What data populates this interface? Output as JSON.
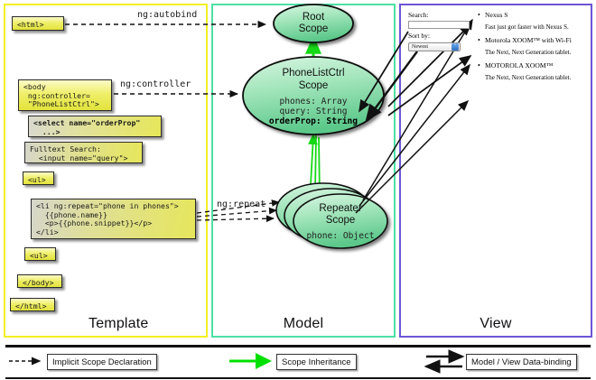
{
  "panels": [
    {
      "id": "template",
      "label": "Template",
      "border_color": "#f2ef24"
    },
    {
      "id": "model",
      "label": "Model",
      "border_color": "#4ee0a4"
    },
    {
      "id": "view",
      "label": "View",
      "border_color": "#6d55d6"
    }
  ],
  "template": {
    "blocks": [
      {
        "name": "html-open-tag",
        "text": "<html>"
      },
      {
        "name": "body-controller-tag",
        "text": "<body\n ng:controller=\n \"PhoneListCtrl\">"
      },
      {
        "name": "select-orderprop",
        "text": "<select name=\"orderProp\"\n  ...>"
      },
      {
        "name": "fulltext-search",
        "text": "Fulltext Search:\n  <input name=\"query\">"
      },
      {
        "name": "ul-open-tag",
        "text": "<ul>"
      },
      {
        "name": "li-ngrepeat",
        "text": "<li ng:repeat=\"phone in phones\">\n  {{phone.name}}\n  <p>{{phone.snippet}}</p>\n</li>"
      },
      {
        "name": "ul-close-tag",
        "text": "<ul>"
      },
      {
        "name": "body-close-tag",
        "text": "</body>"
      },
      {
        "name": "html-close-tag",
        "text": "</html>"
      }
    ]
  },
  "edges": {
    "autobind": "ng:autobind",
    "controller": "ng:controller",
    "repeat": "ng:repeat"
  },
  "model": {
    "scopes": [
      {
        "name": "root-scope",
        "title_line1": "Root",
        "title_line2": "Scope",
        "properties": []
      },
      {
        "name": "phonelistctrl-scope",
        "title_line1": "PhoneListCtrl",
        "title_line2": "Scope",
        "properties": [
          {
            "text": "phones: Array",
            "bold": false
          },
          {
            "text": "query: String",
            "bold": false
          },
          {
            "text": "orderProp: String",
            "bold": true
          }
        ]
      },
      {
        "name": "repeater-scope",
        "title_line1": "Repeater",
        "title_line2": "Scope",
        "properties": [
          {
            "text": "phone: Object",
            "bold": false
          }
        ]
      }
    ]
  },
  "view": {
    "search_label": "Search:",
    "search_value": "",
    "search_placeholder": "",
    "sort_label": "Sort by:",
    "sort_selected": "Newest",
    "phones": [
      {
        "name": "Nexus S",
        "snippet": "Fast just got faster with Nexus S."
      },
      {
        "name": "Motorola XOOM™ with Wi-Fi",
        "snippet": "The Next, Next Generation tablet."
      },
      {
        "name": "MOTOROLA XOOM™",
        "snippet": "The Next, Next Generation tablet."
      }
    ]
  },
  "legend": [
    {
      "name": "implicit-scope-declaration",
      "label": "Implicit Scope Declaration",
      "style": "dashed-arrow",
      "color": "#111111"
    },
    {
      "name": "scope-inheritance",
      "label": "Scope Inheritance",
      "style": "green-arrow",
      "color": "#00e000"
    },
    {
      "name": "model-view-data-binding",
      "label": "Model / View Data-binding",
      "style": "double-arrow",
      "color": "#111111"
    }
  ]
}
